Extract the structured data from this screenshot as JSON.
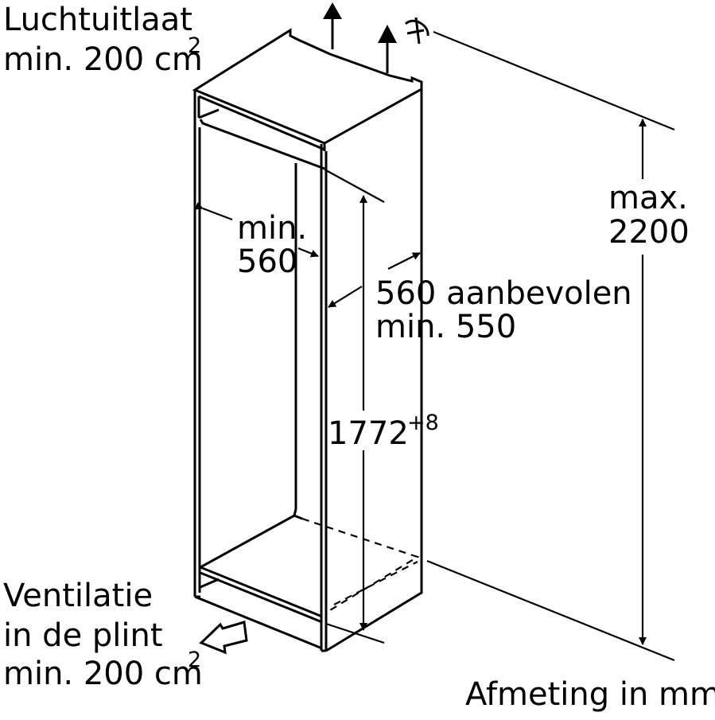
{
  "labels": {
    "air_outlet_title": "Luchtuitlaat",
    "air_outlet_value": "min. 200 cm",
    "air_outlet_sup": "2",
    "ventilation_line1": "Ventilatie",
    "ventilation_line2": "in de plint",
    "ventilation_value": "min. 200 cm",
    "ventilation_sup": "2",
    "width_min_line1": "min.",
    "width_min_line2": "560",
    "depth_line1": "560 aanbevolen",
    "depth_line2": "min. 550",
    "height_value": "1772",
    "height_tolerance": "+8",
    "max_height_line1": "max.",
    "max_height_line2": "2200",
    "unit_note": "Afmeting in mm"
  },
  "colors": {
    "stroke": "#000000",
    "background": "#ffffff"
  }
}
